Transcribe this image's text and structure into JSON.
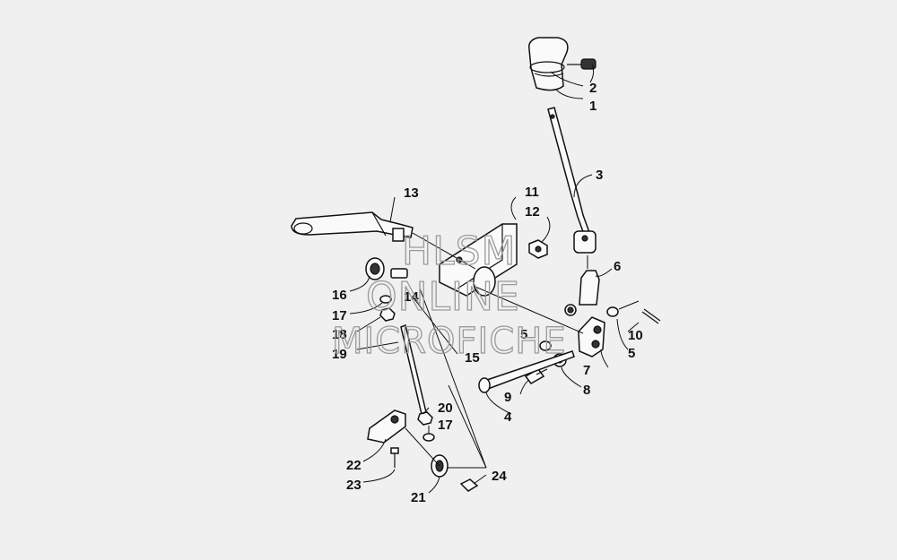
{
  "watermark": {
    "line1": "HLSM",
    "line2": "ONLINE",
    "line3": "MICROFICHE"
  },
  "callouts": {
    "c1": "1",
    "c2": "2",
    "c3": "3",
    "c4": "4",
    "c5a": "5",
    "c5b": "5",
    "c6": "6",
    "c7": "7",
    "c8": "8",
    "c9": "9",
    "c10": "10",
    "c11": "11",
    "c12": "12",
    "c13": "13",
    "c14": "14",
    "c15": "15",
    "c16": "16",
    "c17a": "17",
    "c17b": "17",
    "c18": "18",
    "c19": "19",
    "c20": "20",
    "c21": "21",
    "c22": "22",
    "c23": "23",
    "c24": "24"
  }
}
